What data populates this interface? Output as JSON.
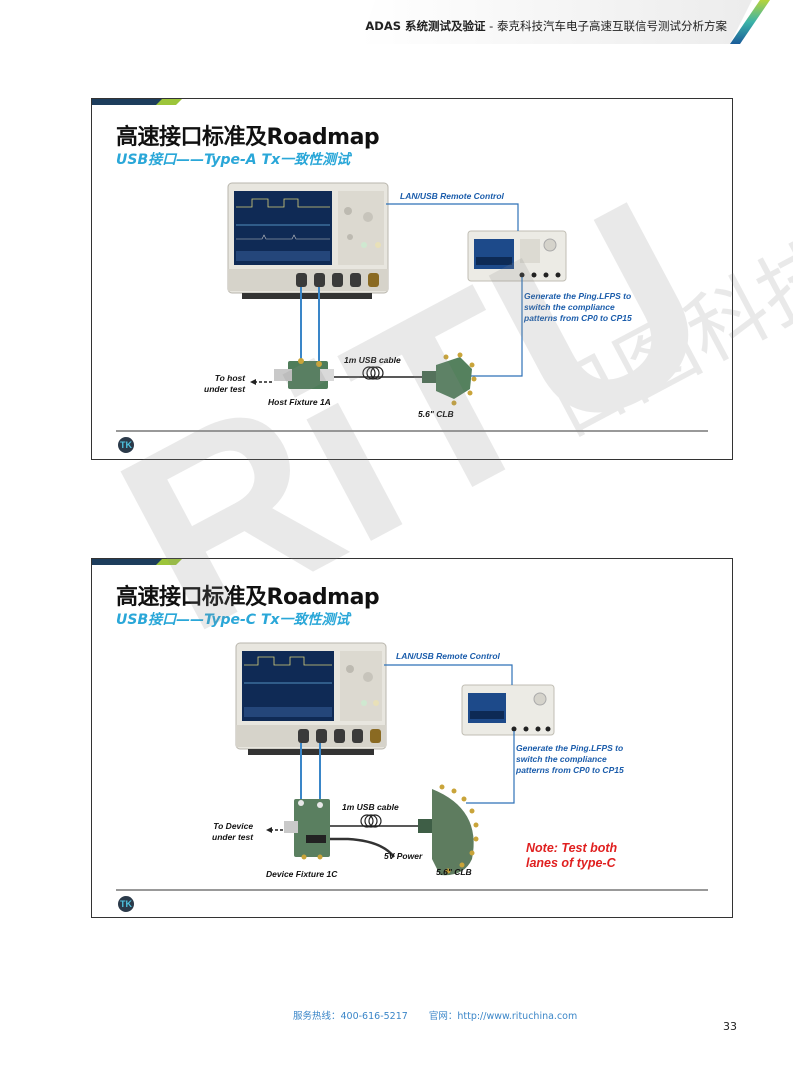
{
  "header": {
    "title_bold": "ADAS 系统测试及验证",
    "title_sep": " - ",
    "title_rest": "泰克科技汽车电子高速互联信号测试分析方案"
  },
  "watermark": {
    "latin": "RiTU",
    "cjk": "日图科技"
  },
  "slides": [
    {
      "title": "高速接口标准及Roadmap",
      "subtitle": "USB接口——Type-A Tx一致性测试",
      "labels": {
        "remote_control": "LAN/USB Remote Control",
        "generate_line1": "Generate the Ping.LFPS to",
        "generate_line2": "switch the compliance",
        "generate_line3": "patterns from CP0 to CP15",
        "cable": "1m USB cable",
        "target_line1": "To host",
        "target_line2": "under test",
        "fixture": "Host Fixture 1A",
        "clb": "5.6\" CLB"
      },
      "logo": "TK"
    },
    {
      "title": "高速接口标准及Roadmap",
      "subtitle": "USB接口——Type-C Tx一致性测试",
      "labels": {
        "remote_control": "LAN/USB Remote Control",
        "generate_line1": "Generate the Ping.LFPS to",
        "generate_line2": "switch the compliance",
        "generate_line3": "patterns from CP0 to CP15",
        "cable": "1m USB cable",
        "target_line1": "To Device",
        "target_line2": "under test",
        "power": "5V Power",
        "fixture": "Device Fixture 1C",
        "clb": "5.6\" CLB",
        "note_line1": "Note: Test both",
        "note_line2": "lanes of type-C"
      },
      "logo": "TK"
    }
  ],
  "footer": {
    "hotline": "服务热线：400-616-5217",
    "website": "官网：http://www.rituchina.com",
    "page_number": "33"
  },
  "colors": {
    "accent_blue": "#2aa7d8",
    "label_blue": "#1a5cab",
    "note_red": "#e02020",
    "cable_blue": "#3a86c8"
  }
}
